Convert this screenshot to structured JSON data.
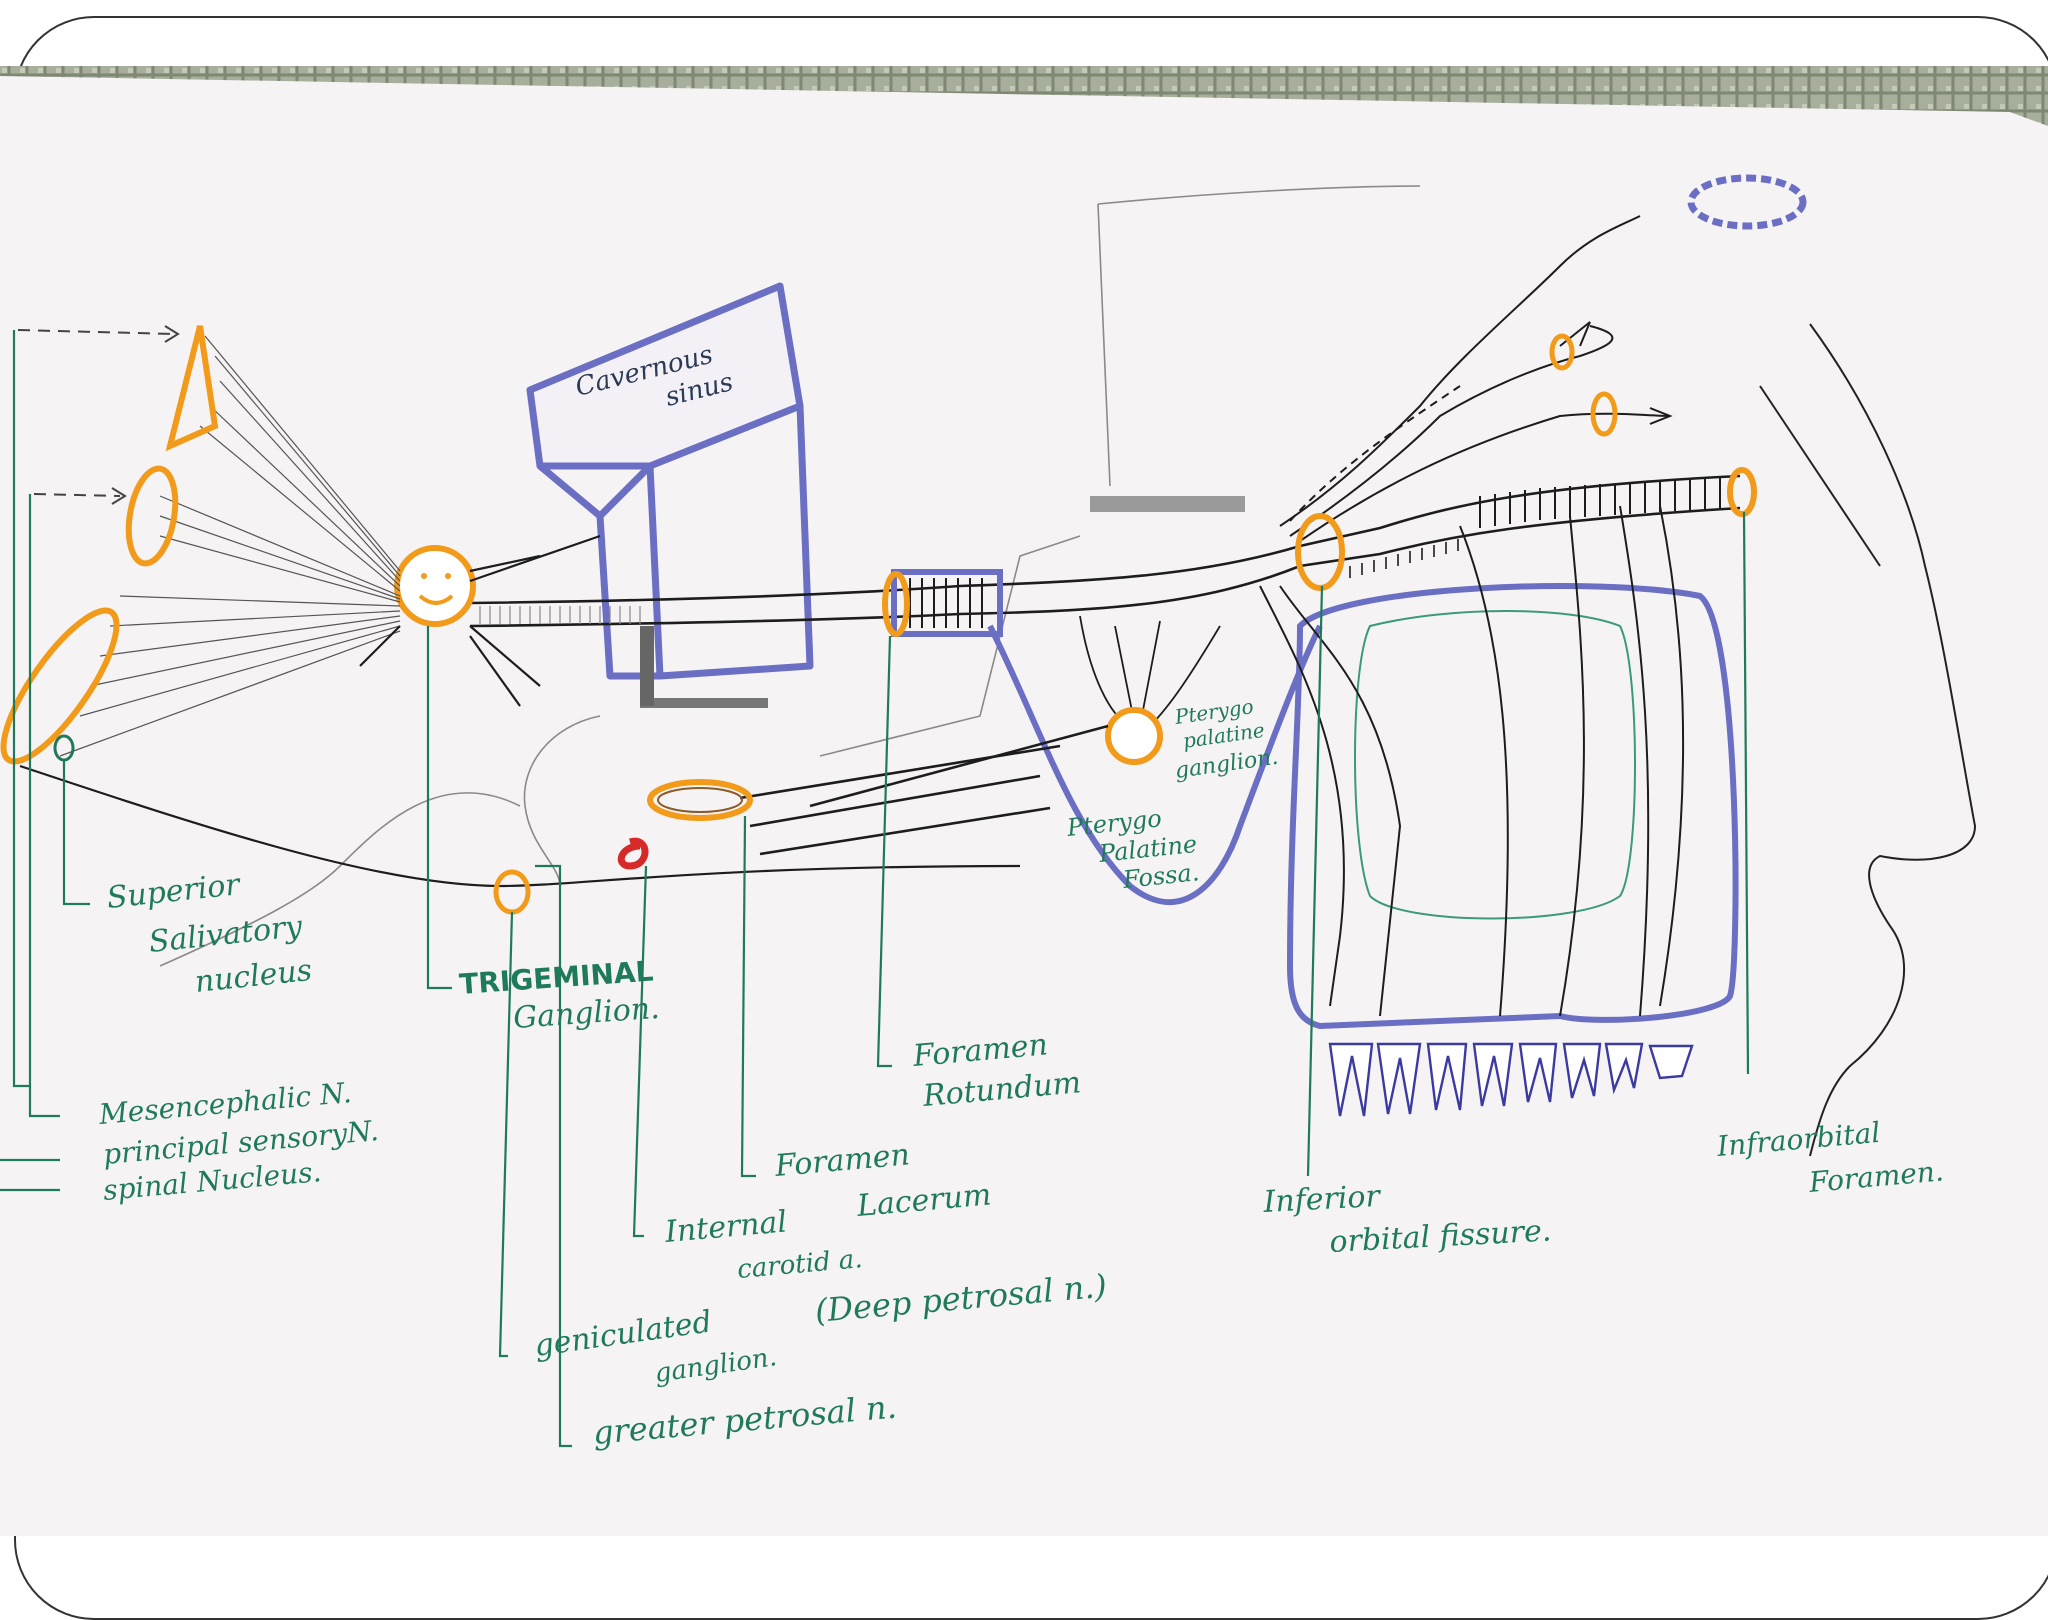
{
  "diagram": {
    "structures": {
      "cavernous_sinus": [
        "Cavernous",
        "sinus"
      ],
      "pterygopalatine_ganglion": [
        "Pterygo",
        "palatine",
        "ganglion."
      ],
      "pterygopalatine_fossa": [
        "Pterygo",
        "Palatine",
        "Fossa."
      ]
    },
    "labels": {
      "superior_salivatory": [
        "Superior",
        "Salivatory",
        "nucleus"
      ],
      "trigeminal_ganglion": [
        "TRIGEMINAL",
        "Ganglion."
      ],
      "nuclei": [
        "Mesencephalic N.",
        "principal sensoryN.",
        "spinal   Nucleus."
      ],
      "foramen_rotundum": [
        "Foramen",
        "Rotundum"
      ],
      "foramen_lacerum": [
        "Foramen",
        "Lacerum"
      ],
      "internal_carotid": [
        "Internal",
        "carotid a."
      ],
      "deep_petrosal": "(Deep petrosal n.)",
      "geniculate_ganglion": [
        "geniculated",
        "ganglion."
      ],
      "greater_petrosal": "greater petrosal n.",
      "inferior_orbital_fissure": [
        "Inferior",
        "orbital fissure."
      ],
      "infraorbital_foramen": [
        "Infraorbital",
        "Foramen."
      ]
    },
    "colors": {
      "ink": "#1d1d1d",
      "orange": "#f29a1a",
      "blue": "#6a6fc4",
      "green_label": "#1f7a5a",
      "paper": "#f7f4f5",
      "table": "#8f9a86"
    }
  }
}
